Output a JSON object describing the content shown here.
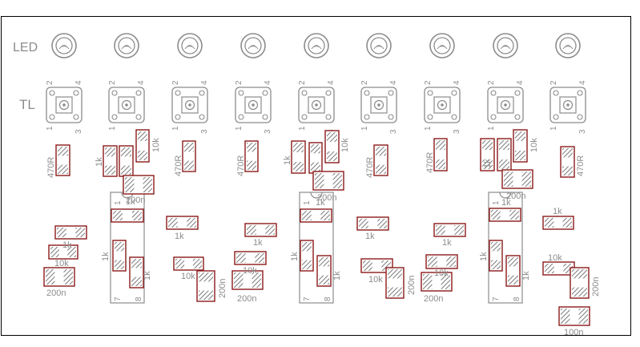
{
  "row_labels": {
    "led": "LED",
    "switch": "TL"
  },
  "switch_pins": {
    "top_left": "2",
    "top_right": "4",
    "bottom_left": "1",
    "bottom_right": "3"
  },
  "ic_pins": {
    "pin1": "1",
    "pin7": "7",
    "pin8": "8"
  },
  "values": {
    "r470": "470R",
    "r1k": "1k",
    "r10k": "10k",
    "c200n": "200n",
    "c100n": "100n"
  },
  "colors": {
    "background": "#ffffff",
    "silkscreen": "#8c8c8c",
    "pad_outline": "#8b1a1a",
    "board_edge": "#000000"
  }
}
